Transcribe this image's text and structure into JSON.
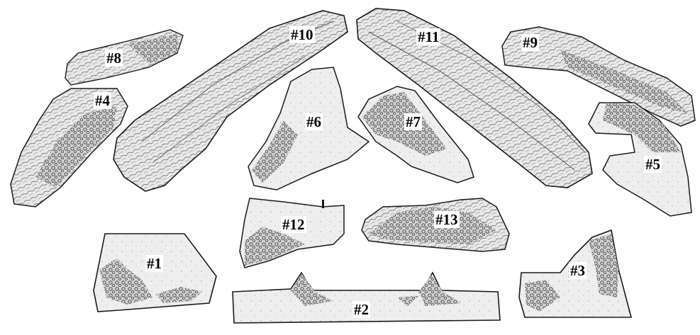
{
  "image": {
    "style": "pencil sketch of fireplace gas log set pieces",
    "colors": {
      "background": "#ffffff",
      "ink": "#1a1a1a",
      "fill": "#e6e6e6"
    }
  },
  "pieces": [
    {
      "label": "#1"
    },
    {
      "label": "#2"
    },
    {
      "label": "#3"
    },
    {
      "label": "#4"
    },
    {
      "label": "#5"
    },
    {
      "label": "#6"
    },
    {
      "label": "#7"
    },
    {
      "label": "#8"
    },
    {
      "label": "#9"
    },
    {
      "label": "#10"
    },
    {
      "label": "#11"
    },
    {
      "label": "#12"
    },
    {
      "label": "#13"
    }
  ]
}
